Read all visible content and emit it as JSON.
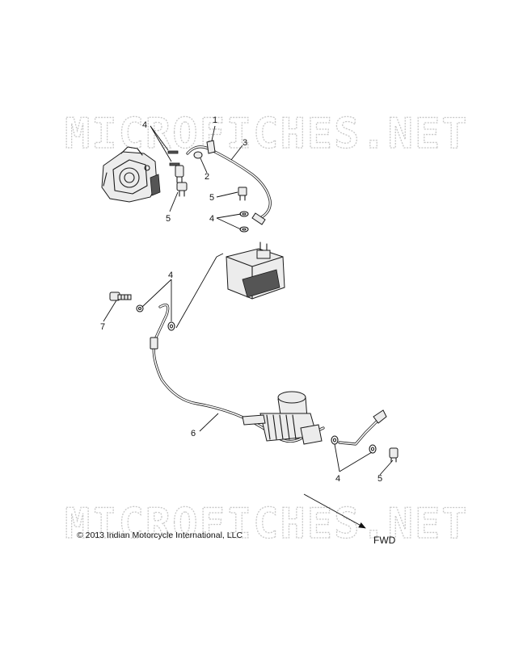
{
  "watermark": {
    "text": "MICROFICHES.NET"
  },
  "callouts": {
    "c1": "1",
    "c2": "2",
    "c3": "3",
    "c4a": "4",
    "c4b": "4",
    "c4c": "4",
    "c4d": "4",
    "c5a": "5",
    "c5b": "5",
    "c5c": "5",
    "c6": "6",
    "c7": "7"
  },
  "copyright": "© 2013 Indian Motorcycle International, LLC",
  "direction_label": "FWD"
}
